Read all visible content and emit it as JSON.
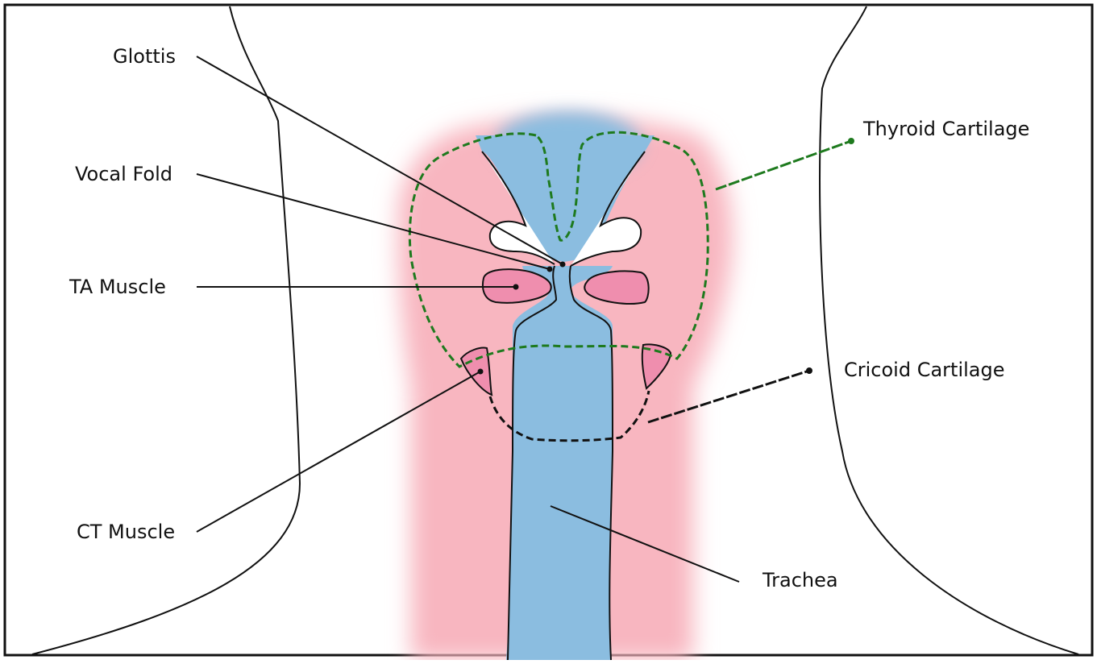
{
  "diagram": {
    "labels": {
      "glottis": "Glottis",
      "vocal_fold": "Vocal Fold",
      "ta_muscle": "TA Muscle",
      "ct_muscle": "CT Muscle",
      "thyroid_cartilage": "Thyroid Cartilage",
      "cricoid_cartilage": "Cricoid Cartilage",
      "trachea": "Trachea"
    },
    "colors": {
      "airway": "#8bbde0",
      "tissue": "#f8b6c0",
      "muscle": "#ef8eae",
      "thyroid_outline": "#1e7a1e",
      "cricoid_outline": "#111111",
      "neck_outline": "#111111",
      "frame": "#111111"
    }
  }
}
